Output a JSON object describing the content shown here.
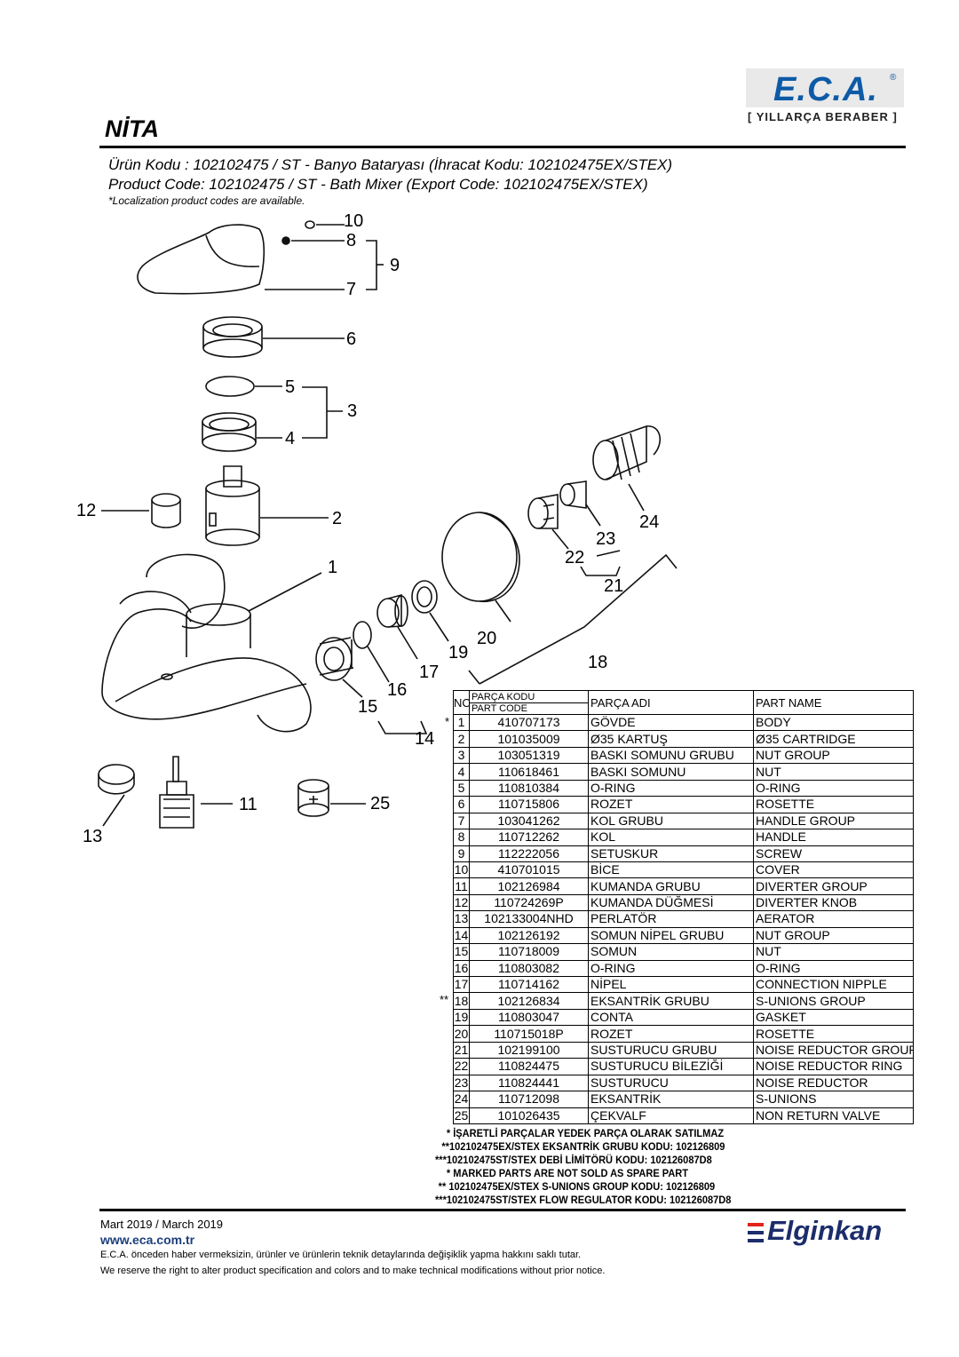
{
  "header": {
    "brand_logo": "E.C.A.",
    "registered": "®",
    "tagline": "[ YILLARÇA BERABER ]",
    "product_series": "NİTA",
    "product_code_tr": "Ürün Kodu : 102102475 / ST - Banyo Bataryası (İhracat Kodu: 102102475EX/STEX)",
    "product_code_en": "Product Code: 102102475 / ST - Bath Mixer (Export Code: 102102475EX/STEX)",
    "localization_note": "*Localization product codes are available."
  },
  "diagram": {
    "callouts": [
      "1",
      "2",
      "3",
      "4",
      "5",
      "6",
      "7",
      "8",
      "9",
      "10",
      "11",
      "12",
      "13",
      "14",
      "15",
      "16",
      "17",
      "18",
      "19",
      "20",
      "21",
      "22",
      "23",
      "24",
      "25"
    ]
  },
  "table": {
    "headers": {
      "no": "NO",
      "parca_kodu": "PARÇA KODU",
      "part_code": "PART CODE",
      "parca_adi": "PARÇA ADI",
      "part_name": "PART NAME"
    },
    "rows": [
      {
        "mark": "*",
        "no": "1",
        "code": "410707173",
        "tr": "GÖVDE",
        "en": "BODY"
      },
      {
        "mark": "",
        "no": "2",
        "code": "101035009",
        "tr": "Ø35 KARTUŞ",
        "en": "Ø35 CARTRIDGE"
      },
      {
        "mark": "",
        "no": "3",
        "code": "103051319",
        "tr": "BASKI SOMUNU GRUBU",
        "en": "NUT GROUP"
      },
      {
        "mark": "",
        "no": "4",
        "code": "110618461",
        "tr": "BASKI SOMUNU",
        "en": "NUT"
      },
      {
        "mark": "",
        "no": "5",
        "code": "110810384",
        "tr": "O-RING",
        "en": "O-RING"
      },
      {
        "mark": "",
        "no": "6",
        "code": "110715806",
        "tr": "ROZET",
        "en": "ROSETTE"
      },
      {
        "mark": "",
        "no": "7",
        "code": "103041262",
        "tr": "KOL GRUBU",
        "en": "HANDLE GROUP"
      },
      {
        "mark": "",
        "no": "8",
        "code": "110712262",
        "tr": "KOL",
        "en": "HANDLE"
      },
      {
        "mark": "",
        "no": "9",
        "code": "112222056",
        "tr": "SETUSKUR",
        "en": "SCREW"
      },
      {
        "mark": "",
        "no": "10",
        "code": "410701015",
        "tr": "BİCE",
        "en": "COVER"
      },
      {
        "mark": "",
        "no": "11",
        "code": "102126984",
        "tr": "KUMANDA GRUBU",
        "en": "DIVERTER GROUP"
      },
      {
        "mark": "",
        "no": "12",
        "code": "110724269P",
        "tr": "KUMANDA DÜĞMESİ",
        "en": "DIVERTER KNOB"
      },
      {
        "mark": "",
        "no": "13",
        "code": "102133004NHD",
        "tr": "PERLATÖR",
        "en": "AERATOR"
      },
      {
        "mark": "",
        "no": "14",
        "code": "102126192",
        "tr": "SOMUN NİPEL GRUBU",
        "en": "NUT GROUP"
      },
      {
        "mark": "",
        "no": "15",
        "code": "110718009",
        "tr": "SOMUN",
        "en": "NUT"
      },
      {
        "mark": "",
        "no": "16",
        "code": "110803082",
        "tr": "O-RING",
        "en": "O-RING"
      },
      {
        "mark": "",
        "no": "17",
        "code": "110714162",
        "tr": "NİPEL",
        "en": "CONNECTION NIPPLE"
      },
      {
        "mark": "**",
        "no": "18",
        "code": "102126834",
        "tr": "EKSANTRİK GRUBU",
        "en": "S-UNIONS GROUP"
      },
      {
        "mark": "",
        "no": "19",
        "code": "110803047",
        "tr": "CONTA",
        "en": "GASKET"
      },
      {
        "mark": "",
        "no": "20",
        "code": "110715018P",
        "tr": "ROZET",
        "en": "ROSETTE"
      },
      {
        "mark": "",
        "no": "21",
        "code": "102199100",
        "tr": "SUSTURUCU GRUBU",
        "en": "NOISE REDUCTOR GROUP"
      },
      {
        "mark": "",
        "no": "22",
        "code": "110824475",
        "tr": "SUSTURUCU BİLEZİĞİ",
        "en": "NOISE REDUCTOR RING"
      },
      {
        "mark": "",
        "no": "23",
        "code": "110824441",
        "tr": "SUSTURUCU",
        "en": "NOISE REDUCTOR"
      },
      {
        "mark": "",
        "no": "24",
        "code": "110712098",
        "tr": "EKSANTRİK",
        "en": "S-UNIONS"
      },
      {
        "mark": "",
        "no": "25",
        "code": "101026435",
        "tr": "ÇEKVALF",
        "en": "NON RETURN VALVE"
      }
    ]
  },
  "notes": [
    "* İŞARETLİ PARÇALAR YEDEK PARÇA OLARAK SATILMAZ",
    "**102102475EX/STEX EKSANTRİK GRUBU KODU: 102126809",
    "***102102475ST/STEX DEBİ LİMİTÖRÜ KODU: 102126087D8",
    "* MARKED PARTS ARE NOT SOLD AS SPARE PART",
    "** 102102475EX/STEX S-UNIONS GROUP KODU: 102126809",
    "***102102475ST/STEX FLOW REGULATOR KODU: 102126087D8"
  ],
  "footer": {
    "date": "Mart 2019 / March 2019",
    "website": "www.eca.com.tr",
    "disclaimer_tr": "E.C.A. önceden haber vermeksizin, ürünler ve ürünlerin teknik detaylarında değişiklik yapma hakkını saklı tutar.",
    "disclaimer_en": "We reserve the right to alter product specification and colors and to make technical modifications without prior notice.",
    "distributor_logo": "Elginkan"
  }
}
